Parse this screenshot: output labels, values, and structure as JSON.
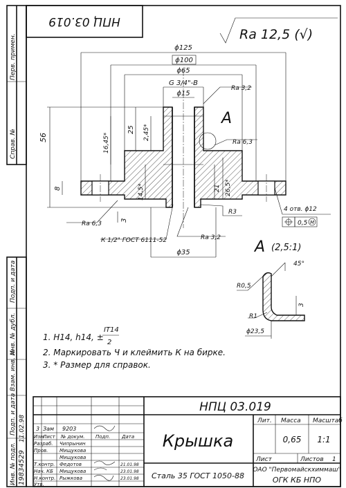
{
  "drawing": {
    "code_rotated": "НПЦ 03.019",
    "roughness": "Ra 12,5 (√)",
    "dims": {
      "d125": "ϕ125",
      "d100": "ϕ100",
      "d65": "ϕ65",
      "thread": "G 3/4\"-B",
      "d15": "ϕ15",
      "d35": "ϕ35",
      "h56": "56",
      "h25": "25",
      "h16_45": "16,45*",
      "h12_45": "2,45*",
      "h8": "8",
      "h3": "3",
      "h14_5": "14,5*",
      "h21": "21",
      "h26_5": "26,5*",
      "r3": "R3",
      "holes": "4 отв. ϕ12",
      "tol_val": "0,5",
      "tol_mod": "M",
      "ra32_top": "Ra 3,2",
      "ra63_right": "Ra 6,3",
      "ra63_left": "Ra 6,3",
      "ra32_bottom": "Ra 3,2",
      "thread_bottom": "К 1/2\" ГОСТ 6111-52"
    },
    "detail": {
      "callout": "А",
      "title": "А",
      "scale": "(2,5:1)",
      "angle": "45°",
      "r05": "R0,5",
      "r1": "R1",
      "d23_5": "ϕ23,5",
      "h3": "3"
    },
    "notes": {
      "n1_prefix": "1. H14, h14, ±",
      "n1_num": "IT14",
      "n1_den": "2",
      "n2": "2. Маркировать Ч и клеймить К на бирке.",
      "n3": "3. * Размер для справок."
    }
  },
  "left_margin": {
    "perv_primen": "Перв. примен.",
    "sprav_no": "Справ. №",
    "podp_data_1": "Подп. и дата",
    "inv_dubl": "Инв. № дубл.",
    "vzam_inv": "Взам. инв. №",
    "podp_data_2": "Подп. и дата",
    "inv_podl": "Инв. № подл.",
    "handwritten_1": "19834529",
    "handwritten_2": "11.02.98"
  },
  "title_block": {
    "designation": "НПЦ 03.019",
    "name": "Крышка",
    "material": "Сталь 35 ГОСТ 1050-88",
    "lit_label": "Лит.",
    "mass_label": "Масса",
    "scale_label": "Масштаб",
    "mass": "0,65",
    "scale": "1:1",
    "sheet_label": "Лист",
    "sheets_label": "Листов",
    "sheets": "1",
    "org_1": "ОАО \"Первомайскхиммаш\"",
    "org_2": "ОГК   КБ НПО",
    "rev_row": [
      "3",
      "Зам",
      "9203",
      "",
      ""
    ],
    "headers": [
      "Изм",
      "Лист",
      "№ докум.",
      "Подп.",
      "Дата"
    ],
    "people": [
      {
        "role": "Разраб.",
        "name": "Чипрынин"
      },
      {
        "role": "Пров.",
        "name": "Мищукова"
      },
      {
        "role": "",
        "name": "Мищукова"
      },
      {
        "role": "Т.контр.",
        "name": "Федотов"
      },
      {
        "role": "Нач. КБ",
        "name": "Мищукова"
      },
      {
        "role": "Н.контр.",
        "name": "Рыжкова"
      },
      {
        "role": "Утв.",
        "name": ""
      }
    ],
    "dates": [
      "21.01.98",
      "23.01.98",
      "23.01.98"
    ]
  }
}
